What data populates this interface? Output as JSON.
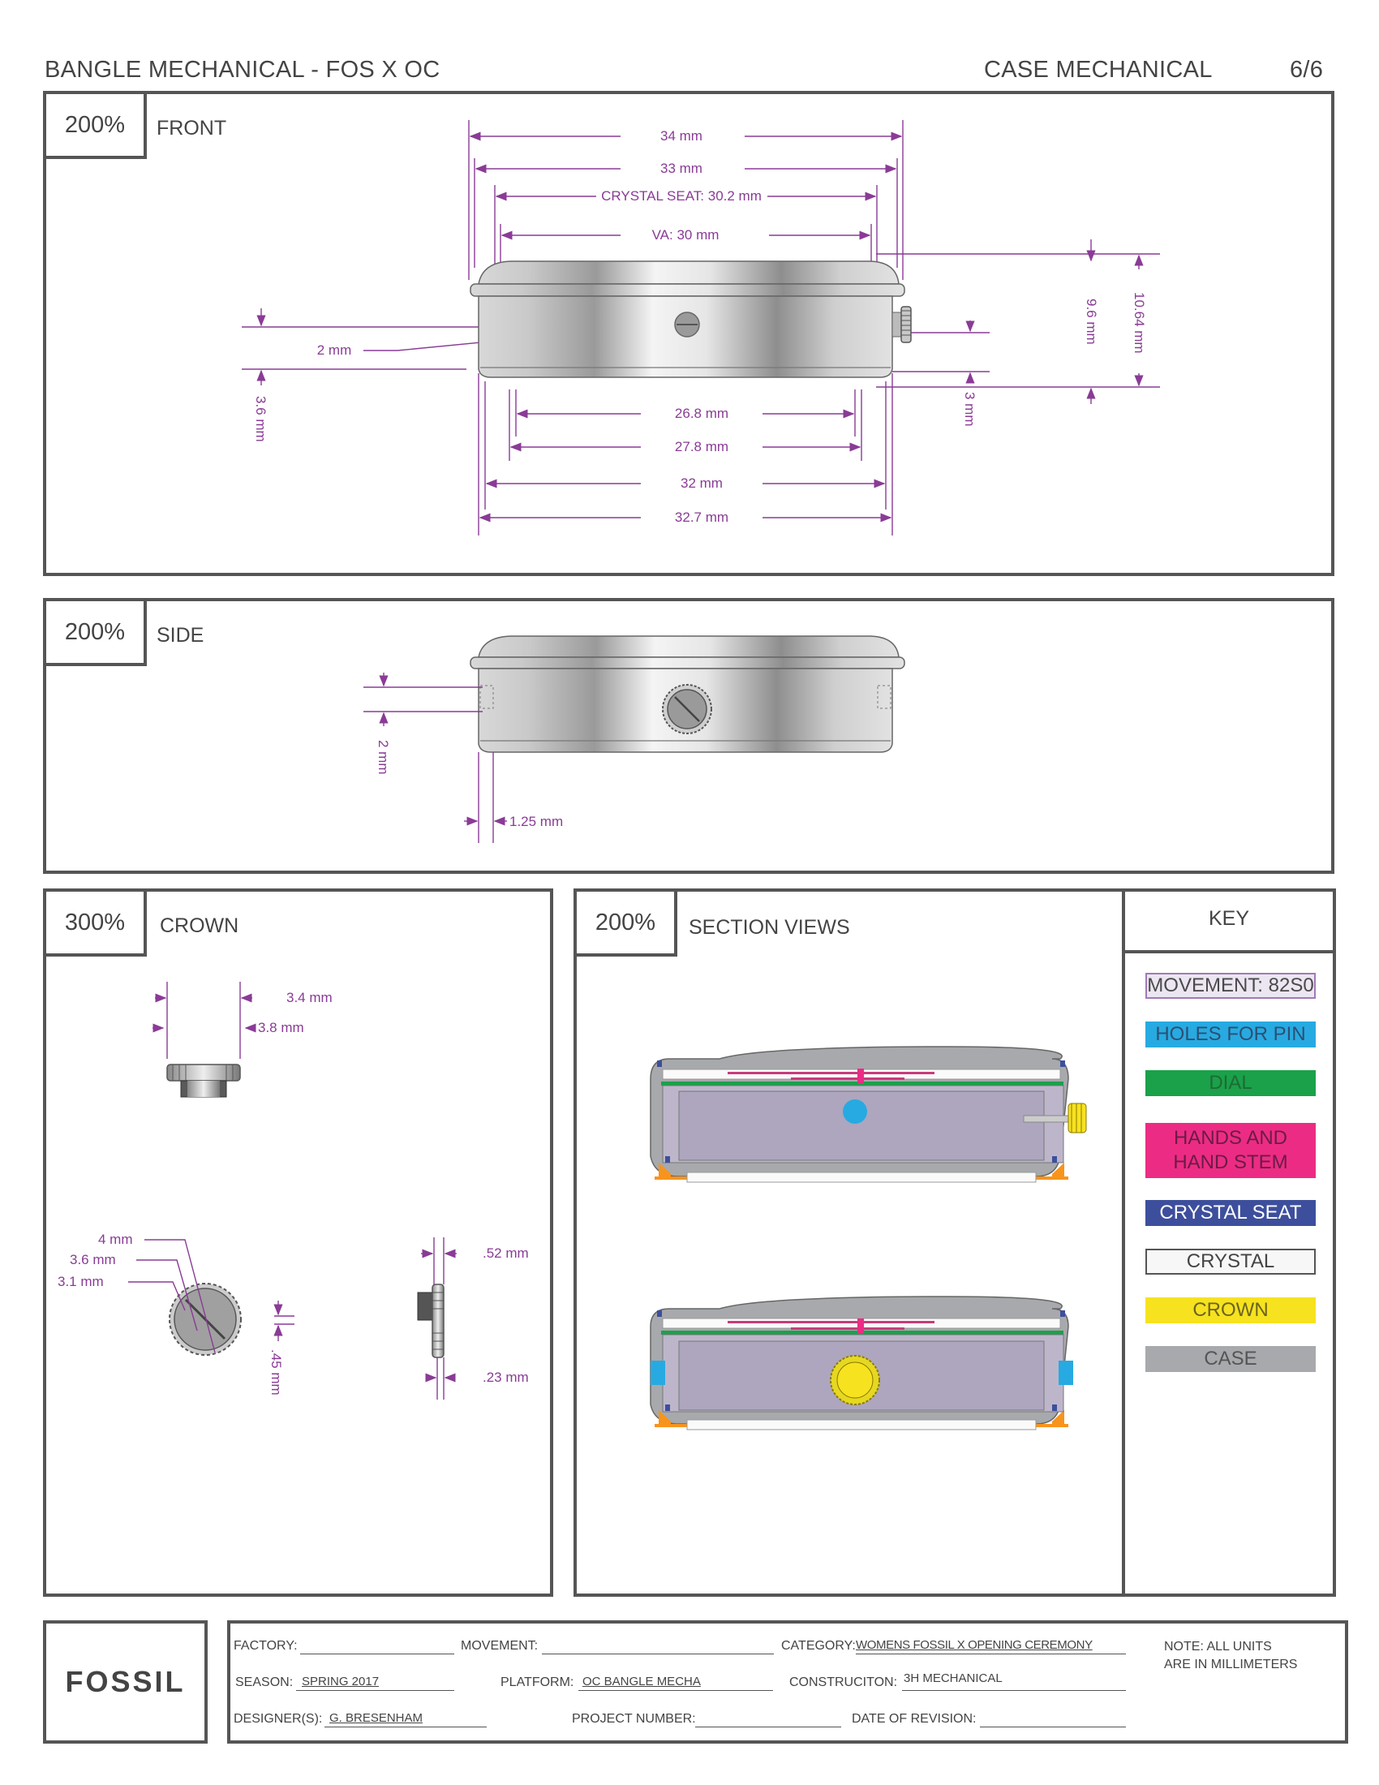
{
  "header": {
    "title": "BANGLE MECHANICAL - FOS  X  OC",
    "section": "CASE MECHANICAL",
    "page": "6/6"
  },
  "front": {
    "scale": "200%",
    "label": "FRONT",
    "dims": {
      "d34": "34 mm",
      "d33": "33 mm",
      "crystal_seat": "CRYSTAL SEAT: 30.2 mm",
      "va": "VA: 30 mm",
      "d2": "2 mm",
      "d36": "3.6 mm",
      "d96": "9.6 mm",
      "d1064": "10.64 mm",
      "d3": "3 mm",
      "d268": "26.8 mm",
      "d278": "27.8 mm",
      "d32": "32 mm",
      "d327": "32.7 mm"
    }
  },
  "side": {
    "scale": "200%",
    "label": "SIDE",
    "dims": {
      "d2": "2 mm",
      "d125": "1.25 mm"
    }
  },
  "crown": {
    "scale": "300%",
    "label": "CROWN",
    "dims": {
      "d34": "3.4 mm",
      "d38": "3.8 mm",
      "d4": "4 mm",
      "d36": "3.6 mm",
      "d31": "3.1 mm",
      "d45": ".45 mm",
      "d52": ".52 mm",
      "d23": ".23 mm"
    }
  },
  "section": {
    "scale": "200%",
    "label": "SECTION VIEWS"
  },
  "key": {
    "title": "KEY",
    "items": [
      {
        "label": "MOVEMENT: 82S0",
        "bg": "#ece6f2",
        "fg": "#4a4a4a",
        "border": "#a07ab8"
      },
      {
        "label": "HOLES FOR PIN",
        "bg": "#27aae1",
        "fg": "#2d4f73",
        "border": "#27aae1"
      },
      {
        "label": "DIAL",
        "bg": "#1aa14a",
        "fg": "#1f6b34",
        "border": "#1aa14a"
      },
      {
        "label": "HANDS AND HAND STEM",
        "bg": "#ec2c84",
        "fg": "#6b1b45",
        "border": "#ec2c84"
      },
      {
        "label": "CRYSTAL SEAT",
        "bg": "#3d4f9c",
        "fg": "#ffffff",
        "border": "#3d4f9c"
      },
      {
        "label": "CRYSTAL",
        "bg": "#f7f7f7",
        "fg": "#444444",
        "border": "#555555"
      },
      {
        "label": "CROWN",
        "bg": "#f7e21f",
        "fg": "#6b6420",
        "border": "#f7e21f"
      },
      {
        "label": "CASE",
        "bg": "#a7a9ac",
        "fg": "#555555",
        "border": "#a7a9ac"
      }
    ]
  },
  "titleblock": {
    "logo": "FOSSIL",
    "factory_label": "FACTORY:",
    "factory_value": "",
    "movement_label": "MOVEMENT:",
    "movement_value": "",
    "category_label": "CATEGORY:",
    "category_value": "WOMENS FOSSIL X OPENING CEREMONY",
    "season_label": "SEASON:",
    "season_value": "SPRING 2017",
    "platform_label": "PLATFORM:",
    "platform_value": "OC BANGLE MECHA",
    "construction_label": "CONSTRUCITON:",
    "construction_value": "3H MECHANICAL",
    "designer_label": "DESIGNER(S):",
    "designer_value": "G. BRESENHAM",
    "project_label": "PROJECT NUMBER:",
    "project_value": "",
    "revision_label": "DATE OF REVISION:",
    "revision_value": "",
    "note_line1": "NOTE: ALL UNITS",
    "note_line2": "ARE IN MILLIMETERS"
  }
}
